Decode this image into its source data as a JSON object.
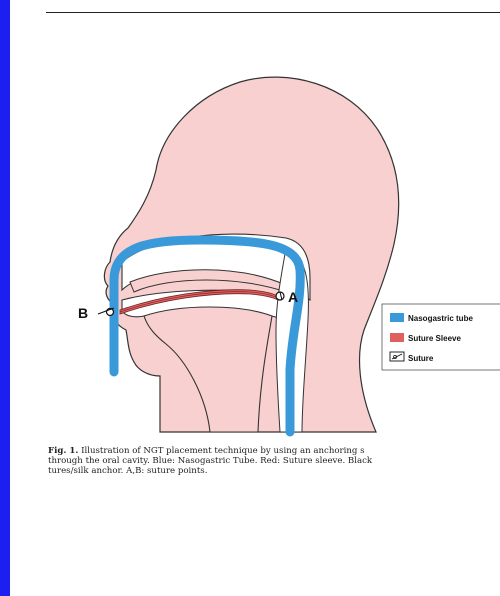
{
  "figure": {
    "points": {
      "a": "A",
      "b": "B"
    },
    "legend": [
      {
        "label": "Nasogastric tube",
        "color": "#3a9ad9"
      },
      {
        "label": "Suture Sleeve",
        "color": "#e06060"
      },
      {
        "label": "Suture",
        "icon": "suture-icon"
      }
    ],
    "colors": {
      "skin": "#f8d0cf",
      "skin_outline": "#333333",
      "tube": "#3a9ad9",
      "sleeve": "#e06060",
      "frame": "#1c1ff0"
    }
  },
  "caption": {
    "tag": "Fig. 1.",
    "lines": [
      "Illustration of NGT placement technique by using an anchoring s",
      "through the oral cavity. Blue: Nasogastric Tube. Red: Suture sleeve. Black",
      "tures/silk anchor. A,B: suture points."
    ]
  }
}
